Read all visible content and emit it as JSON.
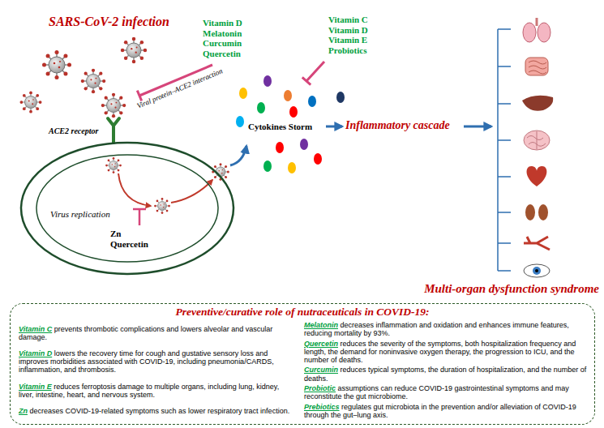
{
  "diagram": {
    "nodes": [
      {
        "text": [
          "Virus replication",
          "Zn Quercetin"
        ]
      },
      {
        "text": [
          "Preventive/curative role of nutraceuticals in COVID-19:",
          "Vitamin C",
          "prevents thrombotic complications and lowers alveolar and vascular damage.",
          "Vitamin D",
          "lowers the recovery time for cough and gustative sensory loss and improves morbidities associated with COVID-19, including pneumonia/CARDS, inflammation, and thrombosis.",
          "Vitamin E",
          "reduces ferroptosis damage to multiple organs, including lung, kidney, liver, intestine, heart, and nervous system.",
          "Zn",
          "decreases COVID-19-related symptoms such as lower respiratory tract infection.",
          "Melatonin",
          "decreases inflammation and oxidation and enhances immune features, reducing mortality by 93%.",
          "Quercetin",
          "reduces the severity of the symptoms, both hospitalization frequency and length, the demand for noninvasive oxygen therapy, the progression to ICU, and the number of deaths.",
          "Curcumin",
          "reduces typical symptoms, the duration of hospitalization, and the number of deaths.",
          "Probiotic",
          "assumptions can reduce COVID-19 gastrointestinal symptoms and may reconstitute the gut microbiome.",
          "Prebiotics",
          "regulates gut microbiota in the prevention and/or alleviation of COVID-19 through the gut–lung axis."
        ]
      }
    ],
    "labels": [
      "SARS-CoV-2 infection",
      "Vitamin D Melatonin Curcumin Quercetin",
      "Viral protein–ACE2 interaction",
      "ACE2 receptor",
      "Vitamin C Vitamin D Vitamin E Probiotics",
      "Cytokines Storm",
      "Inflammatory cascade",
      "Multi-organ dysfunction syndrome"
    ]
  }
}
